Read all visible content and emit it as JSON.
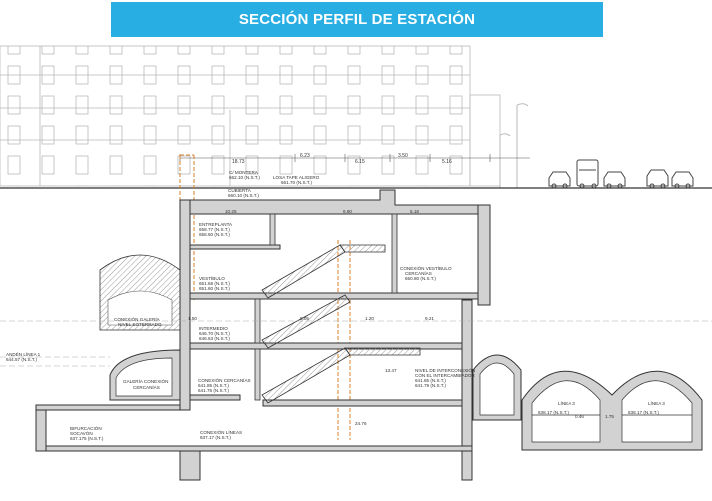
{
  "title": "SECCIÓN PERFIL DE ESTACIÓN",
  "dimensions": [
    "18.73",
    "6.23",
    "6.15",
    "3.50",
    "5.16",
    "10.25",
    "6.80",
    "6.18",
    "9.05",
    "1.50",
    "9.21",
    "1.20",
    "13.47",
    "24.76",
    "1.75",
    "0.46"
  ],
  "levels": {
    "street": {
      "name": "C/ MONTERA",
      "value": "662.10 (N.S.T.)"
    },
    "slab": {
      "name": "LOSA TAPE ALIGERO",
      "value": "661.70 (N.S.T.)"
    },
    "cover": {
      "name": "CUBIERTA",
      "value": "660.10 (N.S.T.)"
    },
    "entreplanta": {
      "name": "ENTREPLANTA",
      "value1": "658.77 (N.S.T.)",
      "value2": "658.60 (N.S.T.)"
    },
    "vestibulo": {
      "name": "VESTÍBULO",
      "value1": "651.68 (N.S.T.)",
      "value2": "651.60 (N.S.T.)"
    },
    "conexion_vestibulo": {
      "name": "CONEXIÓN VESTÍBULO",
      "sub": "CERCANÍAS",
      "value": "650.80 (N.S.T.)"
    },
    "intermedio": {
      "name": "INTERMEDIO",
      "value1": "646.70 (N.S.T.)",
      "value2": "646.63 (N.S.T.)"
    },
    "conexion_cercanias": {
      "name": "CONEXIÓN CERCANÍAS",
      "value1": "641.85 (N.S.T.)",
      "value2": "641.76 (N.S.T.)"
    },
    "anden_linea": {
      "name": "ANDÉN LÍNEA 1",
      "value": "644.57 (N.S.T.)"
    },
    "galeria": {
      "name": "GALERÍA CONEXIÓN",
      "sub": "CERCANÍAS"
    },
    "nivel_intercambio": {
      "name": "NIVEL DE INTERCONEXIÓN",
      "sub": "CON EL INTERCAMBIADOR",
      "value1": "641.85 (N.S.T.)",
      "value2": "641.79 (N.S.T.)"
    },
    "conexion_lineas": {
      "name": "CONEXIÓN LÍNEAS",
      "value": "637.17 (N.S.T.)"
    },
    "bifurcacion": {
      "name": "BIFURCACIÓN",
      "sub": "SOCAVÓN",
      "value": "637.175 (N.S.T.)"
    },
    "conexion_gal": {
      "name": "CONEXIÓN GALERÍA",
      "sub": "NIVEL SOTERRADO",
      "value": ""
    },
    "tunnel_left": {
      "name": "LÍNEA 3",
      "value": "638.17 (N.S.T.)"
    },
    "tunnel_right": {
      "name": "LÍNEA 3",
      "value": "638.17 (N.S.T.)"
    }
  },
  "colors": {
    "banner": "#29aee3",
    "banner_text": "#ffffff",
    "wall_fill": "#d2d2d2",
    "line": "#333333",
    "orange_dash": "#d9822b",
    "building": "#b9b9b9"
  },
  "icons": [
    "car-icon",
    "bus-icon",
    "street-lamp-icon"
  ]
}
